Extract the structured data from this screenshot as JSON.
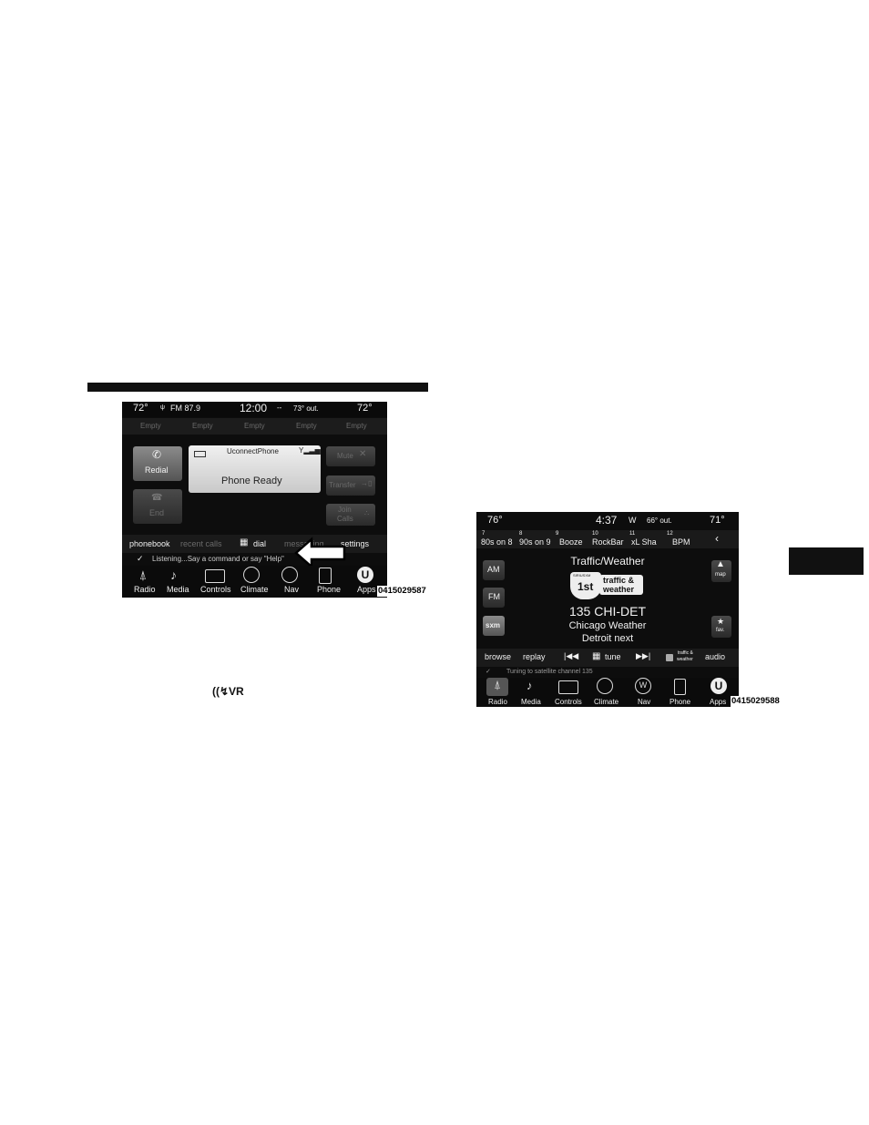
{
  "screen1": {
    "status": {
      "temp_left": "72°",
      "radio": "FM 87.9",
      "time": "12:00",
      "outside": "73° out.",
      "temp_right": "72°"
    },
    "presets": [
      "Empty",
      "Empty",
      "Empty",
      "Empty",
      "Empty"
    ],
    "left_buttons": {
      "redial": "Redial",
      "end": "End"
    },
    "phone_card": {
      "title": "UconnectPhone",
      "message": "Phone Ready"
    },
    "right_buttons": {
      "mute": "Mute",
      "transfer": "Transfer",
      "join_line1": "Join",
      "join_line2": "Calls"
    },
    "tabs": {
      "phonebook": "phonebook",
      "recent": "recent calls",
      "dial": "dial",
      "messaging": "messaging",
      "settings": "settings"
    },
    "vr_message": "Listening...Say a command or say \"Help\"",
    "dock": [
      "Radio",
      "Media",
      "Controls",
      "Climate",
      "Nav",
      "Phone",
      "Apps"
    ],
    "figure_id": "0415029587"
  },
  "vr_icon_text": "VR",
  "screen2": {
    "status": {
      "temp_left": "76°",
      "time": "4:37",
      "heading": "W",
      "outside": "66° out.",
      "temp_right": "71°"
    },
    "presets": [
      {
        "num": "7",
        "name": "80s on 8"
      },
      {
        "num": "8",
        "name": "90s on 9"
      },
      {
        "num": "9",
        "name": "Booze"
      },
      {
        "num": "10",
        "name": "RockBar"
      },
      {
        "num": "11",
        "name": "xL Sha"
      },
      {
        "num": "12",
        "name": "BPM"
      }
    ],
    "bands": {
      "am": "AM",
      "fm": "FM",
      "sxm": "sxm"
    },
    "category": "Traffic/Weather",
    "logo": {
      "brand": "SIRIUSXM",
      "first": "1st",
      "line1": "traffic &",
      "line2": "weather"
    },
    "channel": "135 CHI-DET",
    "line2": "Chicago Weather",
    "line3": "Detroit next",
    "right": {
      "map": "map",
      "fav": "fav."
    },
    "bottom": {
      "browse": "browse",
      "replay": "replay",
      "tune": "tune",
      "traffic1": "traffic &",
      "traffic2": "weather",
      "audio": "audio"
    },
    "status_msg": "Tuning to satellite channel  135",
    "dock": [
      "Radio",
      "Media",
      "Controls",
      "Climate",
      "Nav",
      "Phone",
      "Apps"
    ],
    "figure_id": "0415029588"
  }
}
